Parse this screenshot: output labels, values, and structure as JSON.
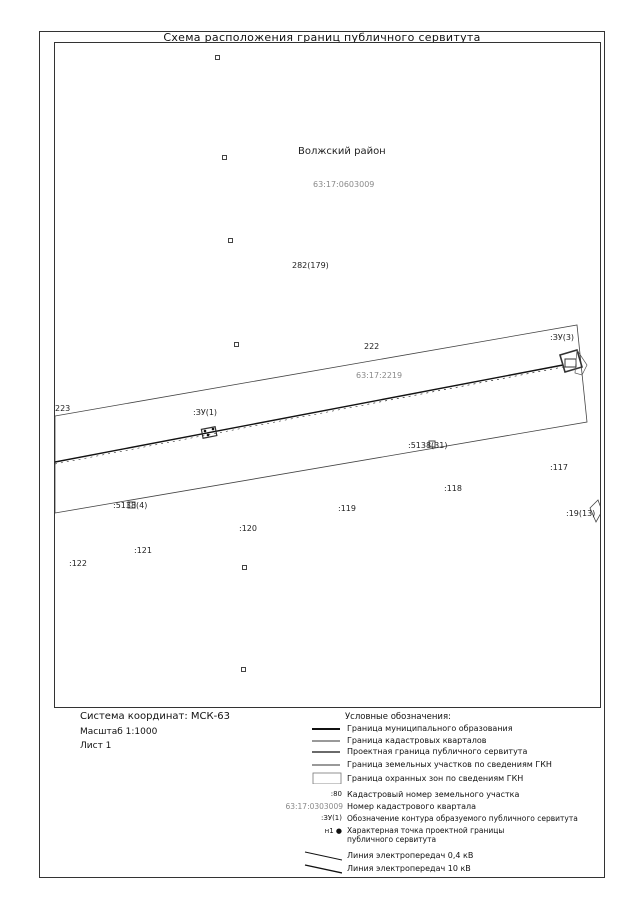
{
  "title": "Схема расположения границ публичного сервитута",
  "map": {
    "district": "Волжский район",
    "block_number": "63:17:0603009",
    "parcels": {
      "p282_179": "282(179)",
      "p222": "222",
      "block2": "63:17:2219",
      "p223": "223",
      "zu1": ":ЗУ(1)",
      "zu3": ":ЗУ(3)",
      "p5138_31": ":5138(31)",
      "p117": ":117",
      "p118": ":118",
      "p5138_4": ":5138(4)",
      "p119": ":119",
      "p19_13": ":19(13)",
      "p120": ":120",
      "p121": ":121",
      "p122": ":122"
    }
  },
  "info": {
    "coord_system": "Система координат: МСК-63",
    "scale": "Масштаб 1:1000",
    "sheet": "Лист 1"
  },
  "legend": {
    "title": "Условные обозначения:",
    "items": [
      {
        "symbol": "",
        "text": "Граница муниципального образования"
      },
      {
        "symbol": "",
        "text": "Граница кадастровых кварталов"
      },
      {
        "symbol": "",
        "text": "Проектная граница публичного сервитута"
      },
      {
        "symbol": "",
        "text": "Граница земельных участков по сведениям ГКН"
      },
      {
        "symbol": "",
        "text": "Граница охранных зон по сведениям ГКН"
      },
      {
        "symbol": ":80",
        "text": "Кадастровый номер земельного участка"
      },
      {
        "symbol": "63:17:0303009",
        "text": "Номер кадастрового квартала"
      },
      {
        "symbol": ":ЗУ(1)",
        "text": "Обозначение контура образуемого публичного сервитута"
      },
      {
        "symbol": "н1",
        "text": "Характерная точка проектной границы публичного сервитута"
      },
      {
        "symbol": "",
        "text": "Линия электропередач 0,4 кВ"
      },
      {
        "symbol": "",
        "text": "Линия электропередач 10 кВ"
      }
    ]
  }
}
